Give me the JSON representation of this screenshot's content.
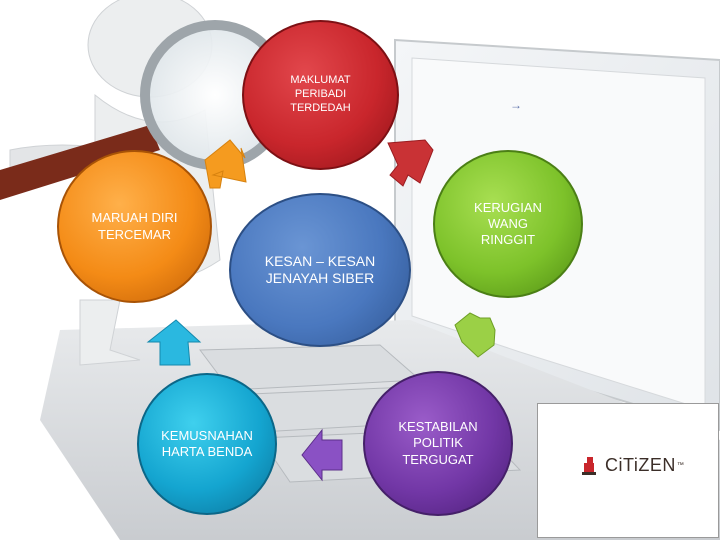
{
  "diagram": {
    "center": {
      "line1": "KESAN – KESAN",
      "line2": "JENAYAH SIBER"
    },
    "nodes": {
      "top": {
        "line1": "MAKLUMAT",
        "line2": "PERIBADI",
        "line3": "TERDEDAH"
      },
      "right": {
        "line1": "KERUGIAN",
        "line2": "WANG",
        "line3": "RINGGIT"
      },
      "bottom_right": {
        "line1": "KESTABILAN",
        "line2": "POLITIK",
        "line3": "TERGUGAT"
      },
      "bottom_left": {
        "line1": "KEMUSNAHAN",
        "line2": "HARTA BENDA"
      },
      "left": {
        "line1": "MARUAH DIRI",
        "line2": "TERCEMAR"
      }
    },
    "stray_arrow": "→"
  },
  "logo": {
    "text": "CiTiZEN",
    "trademark": "™"
  },
  "colors": {
    "red": "#c9262c",
    "green": "#7dc22a",
    "purple": "#7237a6",
    "cyan": "#14a5d0",
    "orange": "#f48b16",
    "blue": "#4a78bf"
  },
  "icons": [
    "magnifier-figure-illustration",
    "laptop-illustration",
    "citizen-logo-mark"
  ]
}
